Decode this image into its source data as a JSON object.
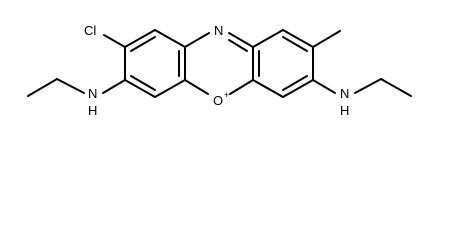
{
  "molecule": {
    "atoms": {
      "cl": "Cl",
      "n_bridge": "N",
      "o_bridge": "O",
      "o_charge": "+",
      "nh_left": "N",
      "h_left": "H",
      "nh_right": "N",
      "h_right": "H"
    }
  }
}
